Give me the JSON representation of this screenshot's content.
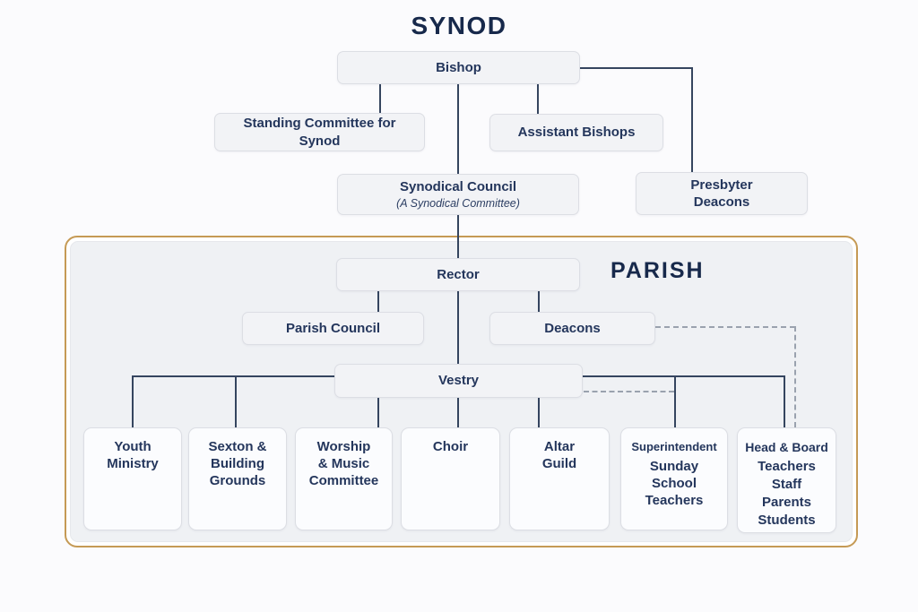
{
  "titles": {
    "synod": "SYNOD",
    "parish": "PARISH"
  },
  "colors": {
    "text_navy": "#24365c",
    "solid_line": "#35455f",
    "dashed_line": "#9aa2ae",
    "parish_border_gold": "#c59a55",
    "parish_fill": "#eff1f4",
    "box_fill": "#f2f3f6",
    "leaf_fill": "#fbfcfe",
    "page_bg": "#fbfbfd"
  },
  "nodes": {
    "bishop": {
      "label": "Bishop"
    },
    "standing_committee": {
      "lines": [
        "Standing Committee for",
        "Synod"
      ]
    },
    "assistant_bishops": {
      "label": "Assistant Bishops"
    },
    "synodical_council": {
      "label": "Synodical Council",
      "subtitle": "(A Synodical Committee)"
    },
    "presbyter_deacons": {
      "lines": [
        "Presbyter",
        "Deacons"
      ]
    },
    "rector": {
      "label": "Rector"
    },
    "parish_council": {
      "label": "Parish Council"
    },
    "deacons": {
      "label": "Deacons"
    },
    "vestry": {
      "label": "Vestry"
    },
    "youth_ministry": {
      "lines": [
        "Youth",
        "Ministry"
      ]
    },
    "sexton": {
      "lines": [
        "Sexton &",
        "Building",
        "Grounds"
      ]
    },
    "worship": {
      "lines": [
        "Worship",
        "& Music",
        "Committee"
      ]
    },
    "choir": {
      "lines": [
        "Choir"
      ]
    },
    "altar_guild": {
      "lines": [
        "Altar",
        "Guild"
      ]
    },
    "superintendent": {
      "header": "Superintendent",
      "lines": [
        "Sunday",
        "School",
        "Teachers"
      ]
    },
    "head_board": {
      "header": "Head & Board",
      "lines": [
        "Teachers",
        "Staff",
        "Parents",
        "Students"
      ]
    }
  },
  "edges": [
    {
      "from": "Bishop",
      "to": "Standing Committee for Synod",
      "style": "solid"
    },
    {
      "from": "Bishop",
      "to": "Synodical Council",
      "style": "solid"
    },
    {
      "from": "Bishop",
      "to": "Assistant Bishops",
      "style": "solid"
    },
    {
      "from": "Bishop",
      "to": "Presbyter Deacons",
      "style": "solid"
    },
    {
      "from": "Synodical Council",
      "to": "Rector",
      "style": "solid"
    },
    {
      "from": "Rector",
      "to": "Parish Council",
      "style": "solid"
    },
    {
      "from": "Rector",
      "to": "Vestry",
      "style": "solid"
    },
    {
      "from": "Rector",
      "to": "Deacons",
      "style": "solid"
    },
    {
      "from": "Vestry",
      "to": "Youth Ministry",
      "style": "solid"
    },
    {
      "from": "Vestry",
      "to": "Sexton & Building Grounds",
      "style": "solid"
    },
    {
      "from": "Vestry",
      "to": "Worship & Music Committee",
      "style": "solid"
    },
    {
      "from": "Vestry",
      "to": "Choir",
      "style": "solid"
    },
    {
      "from": "Vestry",
      "to": "Altar Guild",
      "style": "solid"
    },
    {
      "from": "Vestry",
      "to": "Superintendent Sunday School Teachers",
      "style": "solid"
    },
    {
      "from": "Vestry",
      "to": "Head & Board Teachers Staff Parents Students",
      "style": "solid"
    },
    {
      "from": "Vestry",
      "to": "Superintendent Sunday School Teachers",
      "style": "dashed"
    },
    {
      "from": "Deacons",
      "to": "Head & Board Teachers Staff Parents Students",
      "style": "dashed"
    }
  ]
}
